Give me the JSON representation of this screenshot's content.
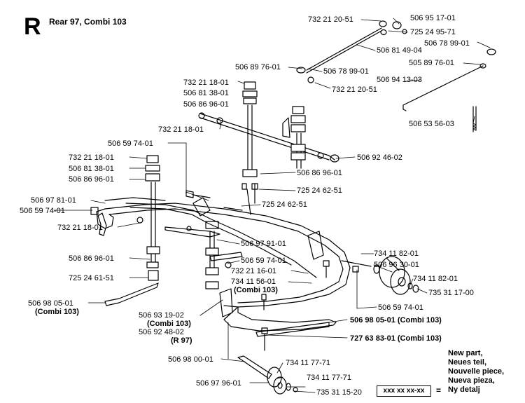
{
  "header": {
    "letter": "R",
    "title": "Rear 97, Combi 103"
  },
  "parts": [
    {
      "part": "732 21 20-51"
    },
    {
      "part": "506 95 17-01"
    },
    {
      "part": "725 24 95-71"
    },
    {
      "part": "506 78 99-01"
    },
    {
      "part": "506 81 49-04"
    },
    {
      "part": "505 89 76-01"
    },
    {
      "part": "506 89 76-01"
    },
    {
      "part": "506 78 99-01"
    },
    {
      "part": "506 94 13-03"
    },
    {
      "part": "732 21 18-01"
    },
    {
      "part": "732 21 20-51"
    },
    {
      "part": "506 81 38-01"
    },
    {
      "part": "506 86 96-01"
    },
    {
      "part": "506 53 56-03"
    },
    {
      "part": "732 21 18-01"
    },
    {
      "part": "506 59 74-01"
    },
    {
      "part": "506 92 46-02"
    },
    {
      "part": "732 21 18-01"
    },
    {
      "part": "506 81 38-01"
    },
    {
      "part": "506 86 96-01"
    },
    {
      "part": "506 86 96-01"
    },
    {
      "part": "725 24 62-51"
    },
    {
      "part": "506 97 81-01"
    },
    {
      "part": "725 24 62-51"
    },
    {
      "part": "506 59 74-01"
    },
    {
      "part": "732 21 18-01"
    },
    {
      "part": "506 97 91-01"
    },
    {
      "part": "734 11 82-01"
    },
    {
      "part": "506 86 96-01"
    },
    {
      "part": "506 59 74-01"
    },
    {
      "part": "506 96 30-01"
    },
    {
      "part": "732 21 16-01"
    },
    {
      "part": "734 11 82-01"
    },
    {
      "part": "725 24 61-51"
    },
    {
      "part": "734 11 56-01"
    },
    {
      "part": "(Combi 103)"
    },
    {
      "part": "735 31 17-00"
    },
    {
      "part": "506 98 05-01"
    },
    {
      "part": "(Combi 103)"
    },
    {
      "part": "506 59 74-01"
    },
    {
      "part": "506 93 19-02"
    },
    {
      "part": "(Combi 103)"
    },
    {
      "part": "506 98 05-01 (Combi 103)"
    },
    {
      "part": "506 92 48-02"
    },
    {
      "part": "(R 97)"
    },
    {
      "part": "727 63 83-01 (Combi 103)"
    },
    {
      "part": "506 98 00-01"
    },
    {
      "part": "734 11 77-71"
    },
    {
      "part": "734 11 77-71"
    },
    {
      "part": "506 97 96-01"
    },
    {
      "part": "735 31 15-20"
    }
  ],
  "legend": {
    "box": "xxx xx xx-xx",
    "equals": "=",
    "lines": [
      "New part,",
      "Neues teil,",
      "Nouvelle piece,",
      "Nueva pieza,",
      "Ny detalj"
    ]
  }
}
